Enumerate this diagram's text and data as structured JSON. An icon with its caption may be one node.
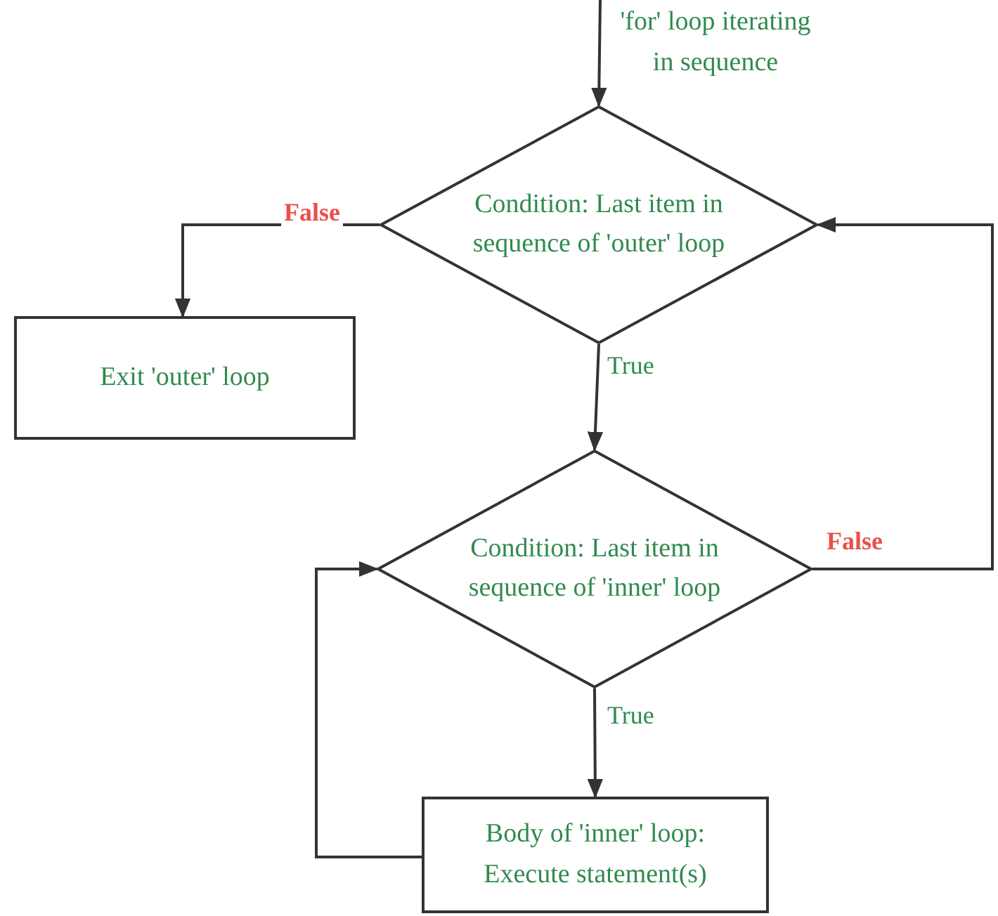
{
  "diagram": {
    "nodes": [
      {
        "text": [
          "Condition: Last item in sequence of 'outer' loop"
        ]
      },
      {
        "text": [
          "Exit 'outer' loop"
        ]
      },
      {
        "text": [
          "Condition: Last item in sequence of 'inner' loop"
        ]
      },
      {
        "text": [
          "Body of 'inner' loop: Execute statement(s)"
        ]
      }
    ],
    "edges": [
      {
        "from": null,
        "to": 0,
        "arrow": "to",
        "label": "'for' loop iterating in sequence"
      },
      {
        "from": 0,
        "to": 1,
        "arrow": "to",
        "label": "False"
      },
      {
        "from": 0,
        "to": 2,
        "arrow": "to",
        "label": "True"
      },
      {
        "from": 2,
        "to": 3,
        "arrow": "to",
        "label": "True"
      },
      {
        "from": 3,
        "to": 2,
        "arrow": "to"
      },
      {
        "from": 2,
        "to": 0,
        "arrow": "to",
        "label": "False"
      }
    ]
  }
}
